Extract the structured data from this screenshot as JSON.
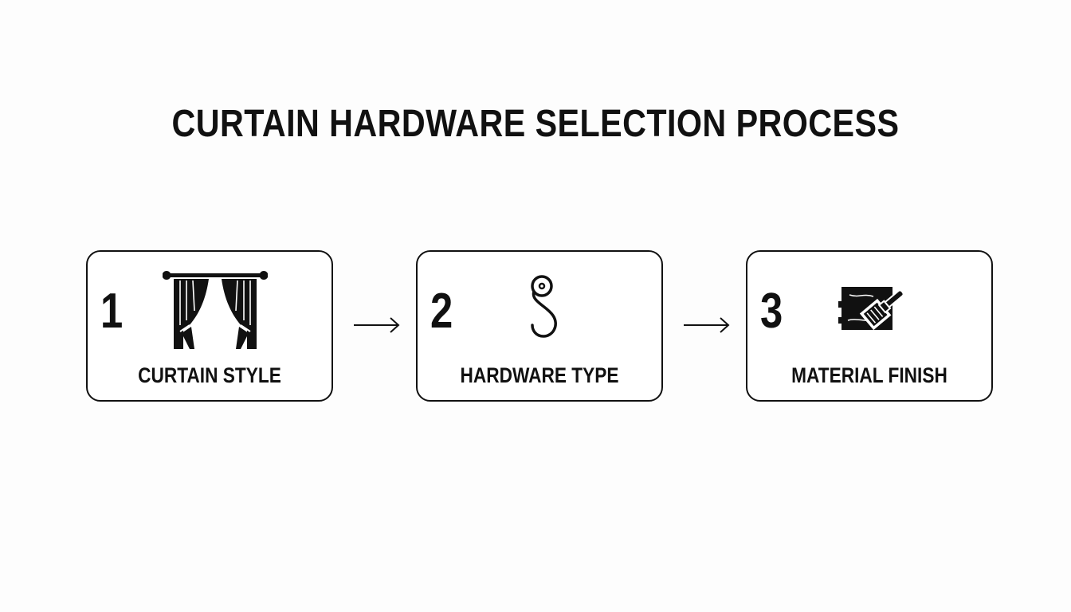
{
  "title": "CURTAIN HARDWARE SELECTION PROCESS",
  "steps": [
    {
      "number": "1",
      "label": "CURTAIN STYLE",
      "icon": "curtain-icon"
    },
    {
      "number": "2",
      "label": "HARDWARE TYPE",
      "icon": "hook-icon"
    },
    {
      "number": "3",
      "label": "MATERIAL FINISH",
      "icon": "paintbrush-icon"
    }
  ],
  "colors": {
    "ink": "#111111",
    "background": "#fdfdfd",
    "card": "#ffffff"
  }
}
